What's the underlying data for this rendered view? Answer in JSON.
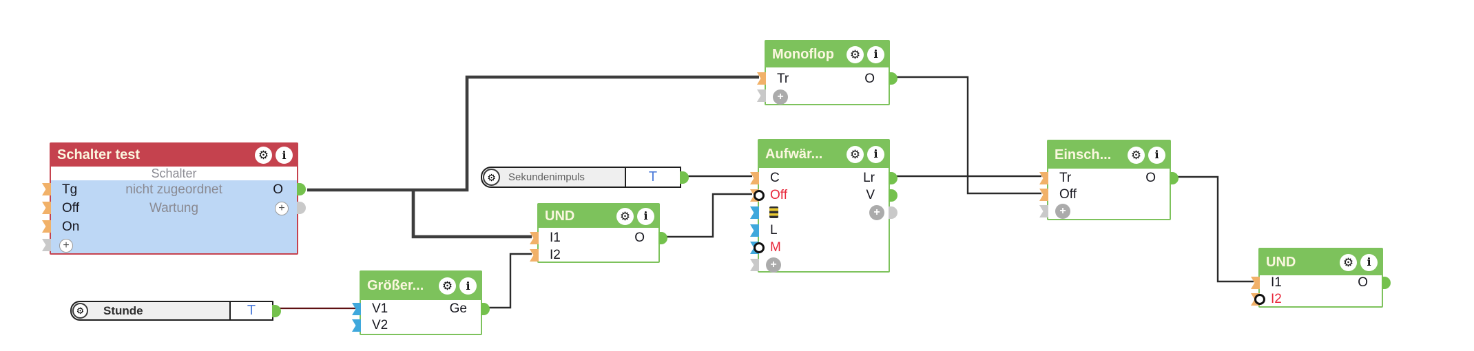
{
  "colors": {
    "block_green": "#7dc25c",
    "block_red": "#c5424e",
    "body_blue": "#bdd7f5",
    "header_text": "#fbf7df",
    "label_dark": "#16161e",
    "label_gray": "#8a8a92",
    "label_red": "#e8273a",
    "connector_orange": "#f1b169",
    "connector_blue": "#3fa8dc",
    "connector_green": "#74c14d",
    "connector_gray": "#c9c9c9",
    "wire_dark": "#3d3d3d",
    "wire_maroon": "#5e1012",
    "t_blue": "#4c7bd9"
  },
  "icons": {
    "gear": "⚙",
    "info": "i",
    "plus": "+"
  },
  "blocks": {
    "schalter": {
      "title": "Schalter test",
      "subtitle": "Schalter",
      "rows": {
        "r1": {
          "left": "Tg",
          "center": "nicht zugeordnet",
          "right": "O"
        },
        "r2": {
          "left": "Off",
          "center": "Wartung"
        },
        "r3": {
          "left": "On"
        }
      }
    },
    "monoflop": {
      "title": "Monoflop",
      "rows": {
        "r1": {
          "left": "Tr",
          "right": "O"
        }
      }
    },
    "und1": {
      "title": "UND",
      "rows": {
        "r1": {
          "left": "I1",
          "right": "O"
        },
        "r2": {
          "left": "I2"
        }
      }
    },
    "groesser": {
      "title": "Größer...",
      "rows": {
        "r1": {
          "left": "V1",
          "right": "Ge"
        },
        "r2": {
          "left": "V2"
        }
      }
    },
    "aufwaerm": {
      "title": "Aufwär...",
      "rows": {
        "r1": {
          "left": "C",
          "right": "Lr"
        },
        "r2": {
          "left": "Off",
          "right": "V"
        },
        "r4": {
          "left": "L"
        },
        "r5": {
          "left": "M"
        }
      }
    },
    "einsch": {
      "title": "Einsch...",
      "rows": {
        "r1": {
          "left": "Tr",
          "right": "O"
        },
        "r2": {
          "left": "Off"
        }
      }
    },
    "und2": {
      "title": "UND",
      "rows": {
        "r1": {
          "left": "I1",
          "right": "O"
        },
        "r2": {
          "left": "I2"
        }
      }
    }
  },
  "pills": {
    "sekundenimpuls": {
      "label": "Sekundenimpuls",
      "type": "T"
    },
    "stunde": {
      "label": "Stunde",
      "type": "T"
    }
  }
}
